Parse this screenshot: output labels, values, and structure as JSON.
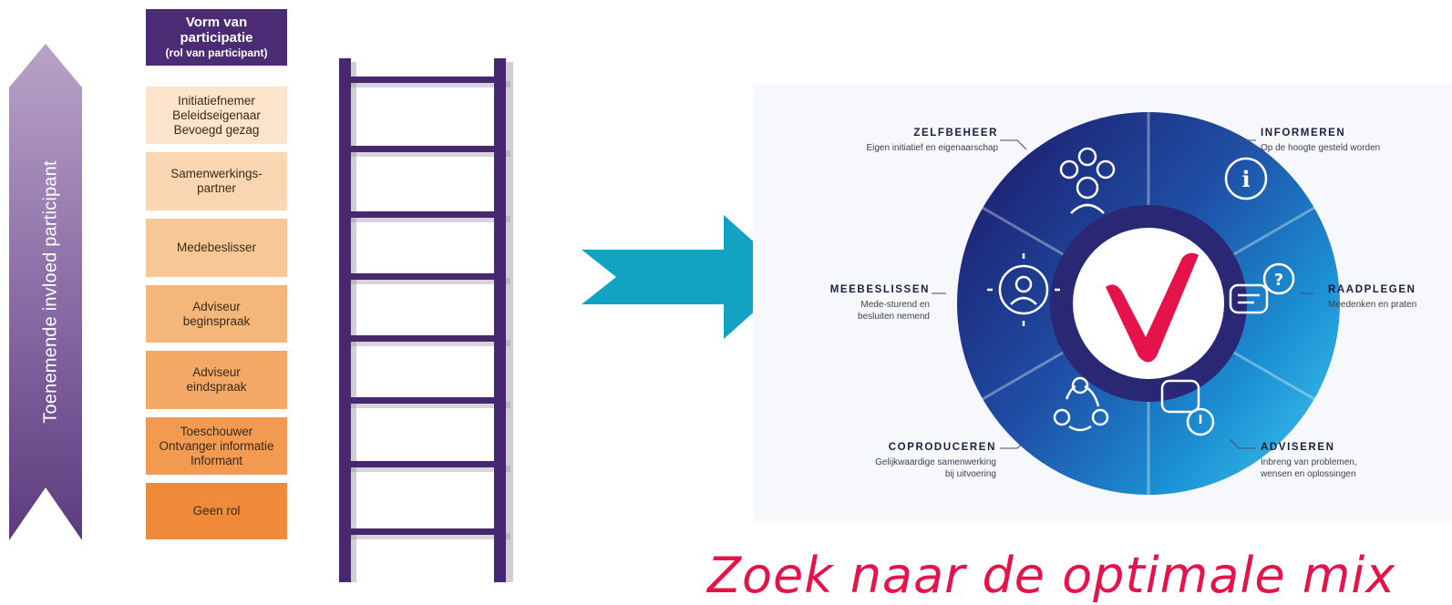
{
  "left": {
    "vertical_label": "Toenemende invloed participant",
    "table_header": {
      "line1": "Vorm van",
      "line2": "participatie",
      "line3": "(rol van participant)"
    },
    "levels": [
      {
        "lines": [
          "Initiatiefnemer",
          "Beleidseigenaar",
          "Bevoegd gezag"
        ],
        "color": "#fbe3cc"
      },
      {
        "lines": [
          "Samenwerkings-",
          "partner"
        ],
        "color": "#fad6b3"
      },
      {
        "lines": [
          "Medebeslisser"
        ],
        "color": "#f8c796"
      },
      {
        "lines": [
          "Adviseur",
          "beginspraak"
        ],
        "color": "#f5b67a"
      },
      {
        "lines": [
          "Adviseur",
          "eindspraak"
        ],
        "color": "#f3a865"
      },
      {
        "lines": [
          "Toeschouwer",
          "Ontvanger informatie",
          "Informant"
        ],
        "color": "#f19a50"
      },
      {
        "lines": [
          "Geen rol"
        ],
        "color": "#ee8a3a"
      }
    ]
  },
  "colors": {
    "ladder": "#47286e",
    "arrow_teal": "#13a3c2",
    "header_purple": "#4b2b74",
    "check_red": "#e6134a",
    "wheel_dark": "#1d1a6a",
    "wheel_light": "#29b3e3"
  },
  "wheel": {
    "center_icon": "checkmark-icon",
    "segments": [
      {
        "title": "ZELFBEHEER",
        "desc": [
          "Eigen initiatief en eigenaarschap"
        ],
        "icon": "people-network-icon"
      },
      {
        "title": "INFORMEREN",
        "desc": [
          "Op de hoogte gesteld worden"
        ],
        "icon": "info-icon"
      },
      {
        "title": "RAADPLEGEN",
        "desc": [
          "Meedenken en praten"
        ],
        "icon": "question-chat-icon"
      },
      {
        "title": "ADVISEREN",
        "desc": [
          "Inbreng van problemen,",
          "wensen en oplossingen"
        ],
        "icon": "thumbs-up-alert-icon"
      },
      {
        "title": "COPRODUCEREN",
        "desc": [
          "Gelijkwaardige samenwerking",
          "bij uitvoering"
        ],
        "icon": "cycle-people-icon"
      },
      {
        "title": "MEEBESLISSEN",
        "desc": [
          "Mede-sturend en",
          "besluiten nemend"
        ],
        "icon": "person-compass-icon"
      }
    ]
  },
  "slogan": "Zoek naar de optimale mix"
}
